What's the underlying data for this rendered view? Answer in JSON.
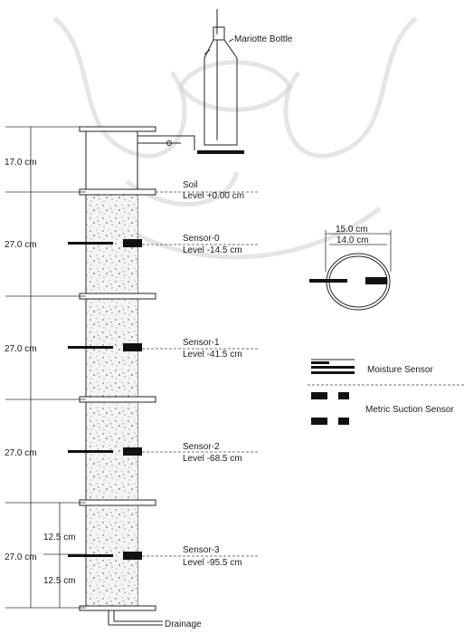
{
  "labels": {
    "mariotte_bottle": "Mariotte Bottle",
    "soil": "Soil",
    "soil_level": "Level +0.00 cm",
    "drainage": "Drainage"
  },
  "dimensions": {
    "top": "17.0 cm",
    "section_0": "27.0 cm",
    "section_1": "27.0 cm",
    "section_2": "27.0 cm",
    "section_3": "27.0 cm",
    "upper_half": "12.5 cm",
    "lower_half": "12.5 cm"
  },
  "sensors": [
    {
      "name": "Sensor-0",
      "level": "Level -14.5 cm"
    },
    {
      "name": "Sensor-1",
      "level": "Level -41.5 cm"
    },
    {
      "name": "Sensor-2",
      "level": "Level -68.5 cm"
    },
    {
      "name": "Sensor-3",
      "level": "Level -95.5 cm"
    }
  ],
  "cross_section": {
    "outer": "15.0 cm",
    "inner": "14.0 cm"
  },
  "legend": {
    "moisture_sensor": "Moisture Sensor",
    "suction_sensor": "Metric Suction Sensor"
  }
}
